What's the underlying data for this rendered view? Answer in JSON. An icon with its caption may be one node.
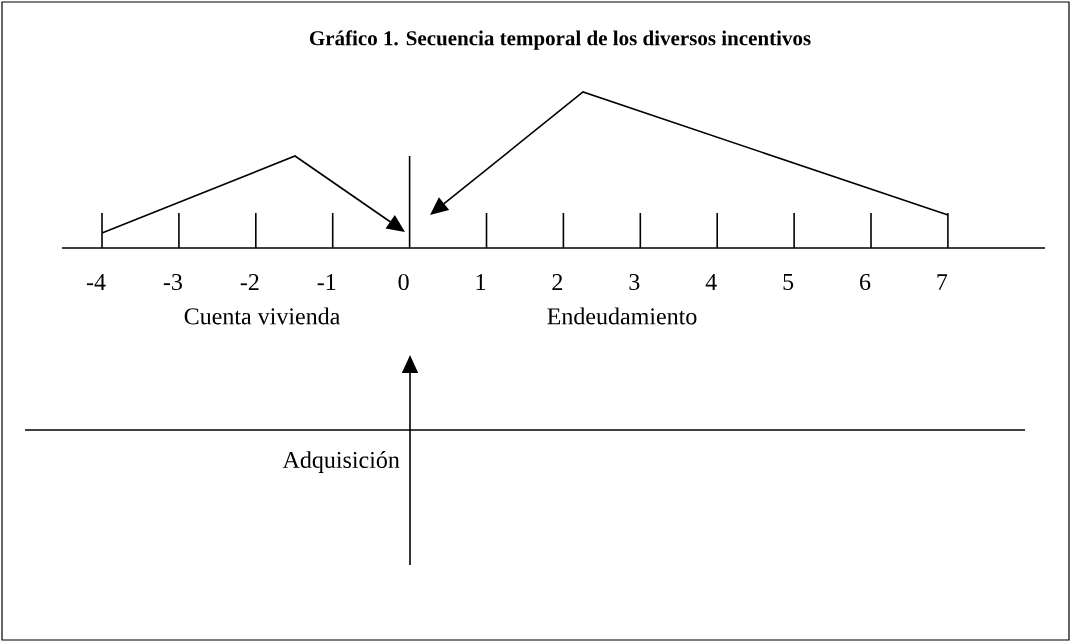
{
  "diagram": {
    "title": "Gráfico 1. Secuencia temporal de los diversos incentivos",
    "labels": [
      "-4",
      "-3",
      "-2",
      "-1",
      "0",
      "1",
      "2",
      "3",
      "4",
      "5",
      "6",
      "7",
      "Cuenta vivienda",
      "Endeudamiento",
      "Adquisición"
    ]
  }
}
